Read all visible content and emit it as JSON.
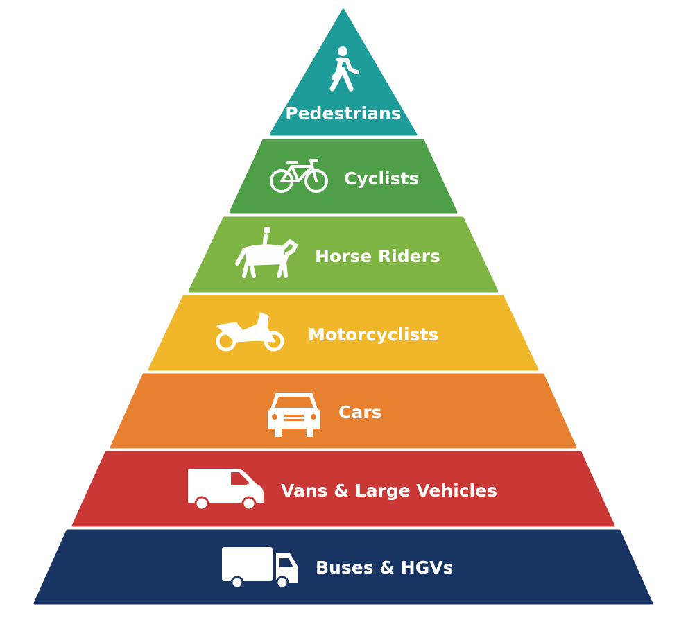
{
  "tiers": [
    {
      "label": "Pedestrians",
      "icon": "pedestrian-icon",
      "color": "#1e9c9a"
    },
    {
      "label": "Cyclists",
      "icon": "bicycle-icon",
      "color": "#4f9f48"
    },
    {
      "label": "Horse Riders",
      "icon": "horse-rider-icon",
      "color": "#7db443"
    },
    {
      "label": "Motorcyclists",
      "icon": "motorcycle-icon",
      "color": "#f0b72a"
    },
    {
      "label": "Cars",
      "icon": "car-icon",
      "color": "#e8812f"
    },
    {
      "label": "Vans & Large Vehicles",
      "icon": "van-icon",
      "color": "#c93835"
    },
    {
      "label": "Buses & HGVs",
      "icon": "truck-icon",
      "color": "#183462"
    }
  ]
}
